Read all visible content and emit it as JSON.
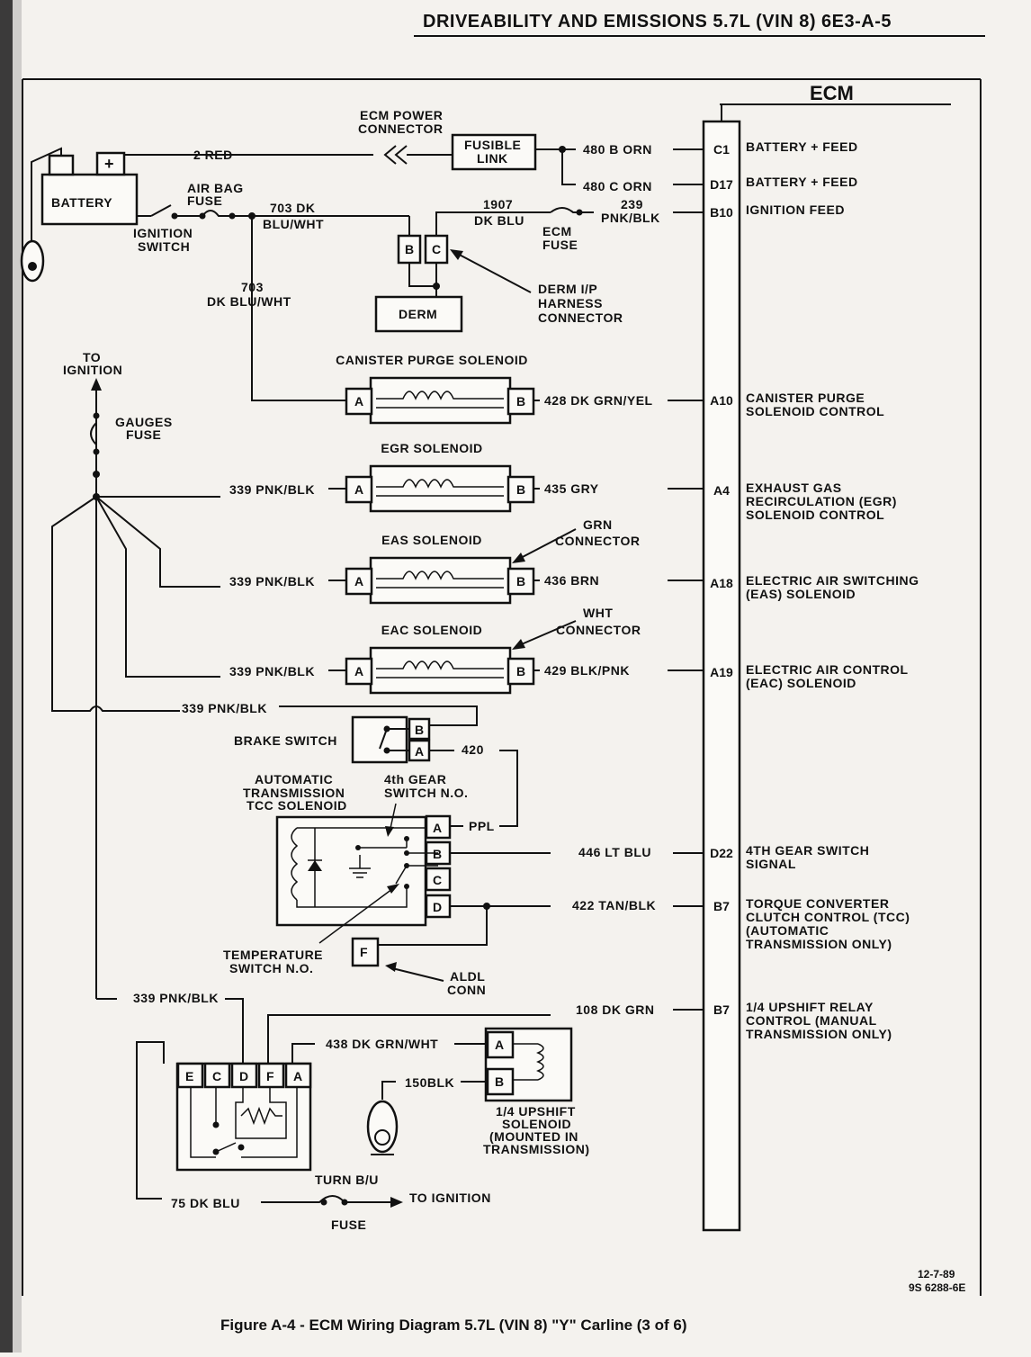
{
  "header": {
    "title": "DRIVEABILITY AND EMISSIONS 5.7L (VIN 8) 6E3-A-5"
  },
  "ecm": {
    "title": "ECM",
    "pins": [
      {
        "pin": "C1",
        "function": [
          "BATTERY + FEED"
        ]
      },
      {
        "pin": "D17",
        "function": [
          "BATTERY + FEED"
        ]
      },
      {
        "pin": "B10",
        "function": [
          "IGNITION FEED"
        ]
      },
      {
        "pin": "A10",
        "function": [
          "CANISTER PURGE",
          "SOLENOID CONTROL"
        ]
      },
      {
        "pin": "A4",
        "function": [
          "EXHAUST GAS",
          "RECIRCULATION (EGR)",
          "SOLENOID CONTROL"
        ]
      },
      {
        "pin": "A18",
        "function": [
          "ELECTRIC AIR SWITCHING",
          "(EAS) SOLENOID"
        ]
      },
      {
        "pin": "A19",
        "function": [
          "ELECTRIC AIR CONTROL",
          "(EAC) SOLENOID"
        ]
      },
      {
        "pin": "D22",
        "function": [
          "4TH GEAR SWITCH",
          "SIGNAL"
        ]
      },
      {
        "pin": "B7",
        "function": [
          "TORQUE CONVERTER",
          "CLUTCH CONTROL (TCC)",
          "(AUTOMATIC",
          "TRANSMISSION ONLY)"
        ]
      },
      {
        "pin": "B7",
        "function": [
          "1/4 UPSHIFT RELAY",
          "CONTROL (MANUAL",
          "TRANSMISSION ONLY)"
        ]
      }
    ]
  },
  "power": {
    "battery": "BATTERY",
    "wire_2red": "2 RED",
    "ecm_power_connector": [
      "ECM POWER",
      "CONNECTOR"
    ],
    "fusible_link": [
      "FUSIBLE",
      "LINK"
    ],
    "wire_480b": "480 B ORN",
    "wire_480c": "480 C ORN",
    "air_bag_fuse": [
      "AIR BAG",
      "FUSE"
    ],
    "ignition_switch": [
      "IGNITION",
      "SWITCH"
    ],
    "wire_703_top": [
      "703 DK",
      "BLU/WHT"
    ],
    "wire_1907": [
      "1907",
      "DK BLU"
    ],
    "wire_239": [
      "239",
      "PNK/BLK"
    ],
    "ecm_fuse": [
      "ECM",
      "FUSE"
    ],
    "pin_b": "B",
    "pin_c": "C",
    "derm": "DERM",
    "derm_connector": [
      "DERM I/P",
      "HARNESS",
      "CONNECTOR"
    ],
    "wire_703_left": [
      "703",
      "DK BLU/WHT"
    ]
  },
  "ignition": {
    "to_ignition": [
      "TO",
      "IGNITION"
    ],
    "gauges_fuse": [
      "GAUGES",
      "FUSE"
    ]
  },
  "solenoids": [
    {
      "name": "CANISTER PURGE SOLENOID",
      "left_wire": "",
      "pin_a": "A",
      "pin_b": "B",
      "right_wire": "428 DK GRN/YEL"
    },
    {
      "name": "EGR SOLENOID",
      "left_wire": "339 PNK/BLK",
      "pin_a": "A",
      "pin_b": "B",
      "right_wire": "435 GRY"
    },
    {
      "name": "EAS SOLENOID",
      "left_wire": "339 PNK/BLK",
      "pin_a": "A",
      "pin_b": "B",
      "right_wire": "436 BRN"
    },
    {
      "name": "EAC SOLENOID",
      "left_wire": "339 PNK/BLK",
      "pin_a": "A",
      "pin_b": "B",
      "right_wire": "429 BLK/PNK"
    }
  ],
  "connectors": {
    "grn": [
      "GRN",
      "CONNECTOR"
    ],
    "wht": [
      "WHT",
      "CONNECTOR"
    ]
  },
  "lower": {
    "wire_339_brake": "339 PNK/BLK",
    "brake_switch": "BRAKE SWITCH",
    "brake_pin_b": "B",
    "brake_pin_a": "A",
    "wire_420": "420",
    "wire_ppl": "PPL",
    "auto_trans": [
      "AUTOMATIC",
      "TRANSMISSION",
      "TCC SOLENOID"
    ],
    "fourth_gear": [
      "4th GEAR",
      "SWITCH N.O."
    ],
    "tcc_pins": [
      "A",
      "B",
      "C",
      "D"
    ],
    "wire_446": "446 LT BLU",
    "wire_422": "422 TAN/BLK",
    "temp_switch": [
      "TEMPERATURE",
      "SWITCH N.O."
    ],
    "aldl_pin": "F",
    "aldl_conn": [
      "ALDL",
      "CONN"
    ],
    "wire_339_relay": "339 PNK/BLK",
    "wire_108": "108 DK GRN",
    "wire_438": "438 DK GRN/WHT",
    "relay_pins": [
      "E",
      "C",
      "D",
      "F",
      "A"
    ],
    "wire_150": "150BLK",
    "upshift_pin_a": "A",
    "upshift_pin_b": "B",
    "upshift_solenoid": [
      "1/4 UPSHIFT",
      "SOLENOID",
      "(MOUNTED IN",
      "TRANSMISSION)"
    ],
    "turn_bu": "TURN B/U",
    "fuse": "FUSE",
    "to_ignition": "TO IGNITION",
    "wire_75": "75 DK BLU"
  },
  "footer": {
    "date": "12-7-89",
    "code": "9S 6288-6E",
    "caption": "Figure A-4 - ECM Wiring Diagram 5.7L (VIN 8) \"Y\" Carline (3 of 6)"
  }
}
